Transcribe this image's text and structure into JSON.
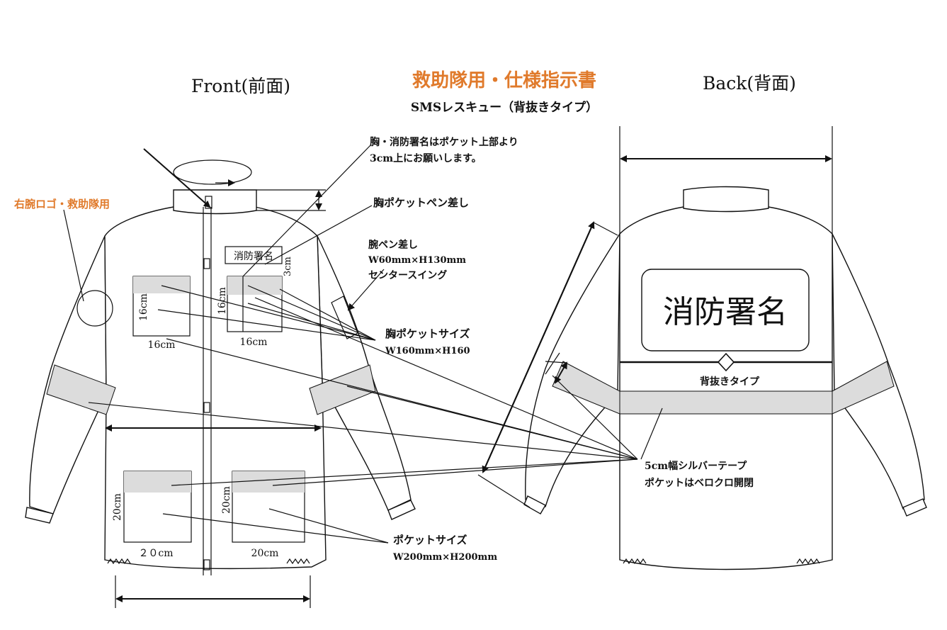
{
  "title": "救助隊用・仕様指示書",
  "subtitle": "SMSレスキュー（背抜きタイプ）",
  "colors": {
    "title": "#e07a2b",
    "tape": "#dcdcdc",
    "line": "#111111"
  },
  "front": {
    "heading": "Front(前面)",
    "arm_logo": "右腕ロゴ・救助隊用",
    "chest_name_note_1": "胸・消防署名はポケット上部より",
    "chest_name_note_2": "3cm上にお願いします。",
    "chest_pen": "胸ポケットペン差し",
    "arm_pen_1": "腕ペン差し",
    "arm_pen_2": "W60mm×H130mm",
    "arm_pen_3": "センタースイング",
    "station_box": "消防署名",
    "dim_3cm": "3cm",
    "chest_pocket_size_1": "胸ポケットサイズ",
    "chest_pocket_size_2": "W160mm×H160",
    "left_pocket_h": "16cm",
    "left_pocket_w": "16cm",
    "right_pocket_h": "16cm",
    "right_pocket_w": "16cm",
    "lower_left_h": "20cm",
    "lower_left_w": "２０cm",
    "lower_right_h": "20cm",
    "lower_right_w": "20cm",
    "pocket_size_1": "ポケットサイズ",
    "pocket_size_2": "W200mm×H200mm"
  },
  "back": {
    "heading": "Back(背面)",
    "station_name": "消防署名",
    "backless": "背抜きタイプ",
    "tape_note_1": "5cm幅シルバーテープ",
    "tape_note_2": "ポケットはベロクロ開閉"
  }
}
